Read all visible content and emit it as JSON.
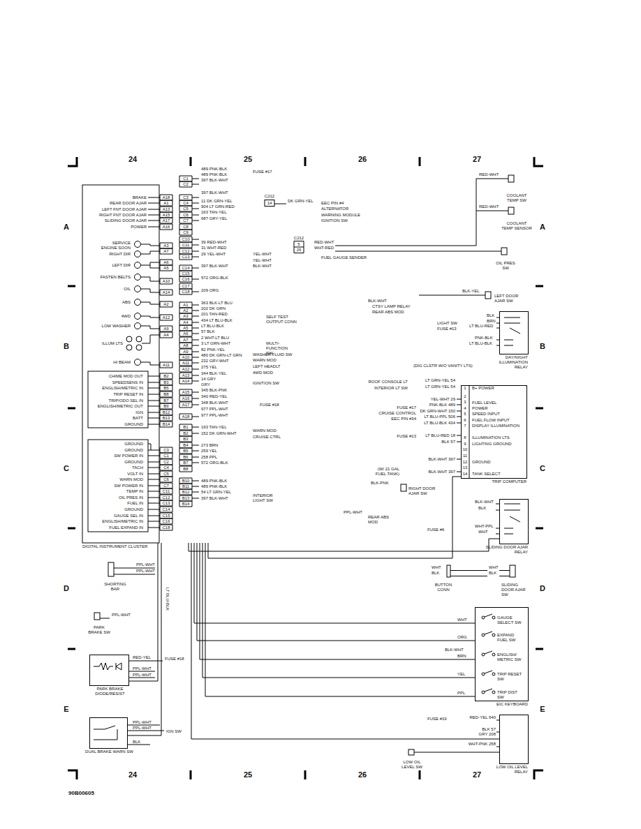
{
  "diagram": {
    "nodes": [
      {
        "text": [
          "DIGITAL INSTRUMENT CLUSTER"
        ]
      },
      {
        "text": [
          "DAY/NIGHT ILLUMINATION RELAY"
        ]
      },
      {
        "text": [
          "TRIP COMPUTER"
        ]
      },
      {
        "text": [
          "SLIDING DOOR AJAR RELAY"
        ]
      },
      {
        "text": [
          "EIC KEYBOARD"
        ]
      },
      {
        "text": [
          "PARK BRAKE DIODE/RESIST"
        ]
      },
      {
        "text": [
          "DUAL BRAKE WARN SW"
        ]
      },
      {
        "text": [
          "LOW OIL LEVEL RELAY"
        ]
      }
    ],
    "edges": [
      {
        "from": 0,
        "to": 2,
        "arrow": "none"
      },
      {
        "from": 0,
        "to": 3,
        "arrow": "none"
      },
      {
        "from": 0,
        "to": 4,
        "arrow": "none"
      },
      {
        "from": 0,
        "to": 4,
        "arrow": "none"
      },
      {
        "from": 0,
        "to": 4,
        "arrow": "none"
      },
      {
        "from": 0,
        "to": 4,
        "arrow": "none"
      },
      {
        "from": 0,
        "to": 4,
        "arrow": "none"
      },
      {
        "from": 0,
        "to": 5,
        "arrow": "none"
      },
      {
        "from": 0,
        "to": 6,
        "arrow": "none"
      },
      {
        "from": 0,
        "to": 7,
        "arrow": "none"
      }
    ],
    "labels": [
      "24",
      "25",
      "26",
      "27",
      "24",
      "25",
      "26",
      "27",
      "A",
      "A",
      "B",
      "B",
      "C",
      "C",
      "D",
      "D",
      "E",
      "E",
      "90B00605",
      "BRAKE",
      "REAR DOOR AJAR",
      "LEFT FNT DOOR AJAR",
      "RIGHT FNT DOOR AJAR",
      "SLIDING DOOR AJAR",
      "POWER",
      "SERVICE ENGINE SOON",
      "RIGHT DIR",
      "LEFT DIR",
      "FASTEN BELTS",
      "OIL",
      "ABS",
      "4WD",
      "LOW WASHER",
      "ILLUM LTS",
      "HI BEAM",
      "CHIME MOD OUT",
      "SPEEDSENS IN",
      "ENGLISH/METRIC IN",
      "TRIP RESET IN",
      "TRIP/ODO SEL IN",
      "ENGLISH/METRIC OUT",
      "IGN",
      "BATT",
      "GROUND",
      "GROUND",
      "GROUND",
      "SW POWER IN",
      "GROUND",
      "TACH",
      "VOLT IN",
      "WARN MOD",
      "SW POWER IN",
      "TEMP IN",
      "OIL PRES IN",
      "FUEL IN",
      "GROUND",
      "GAUGE SEL IN",
      "ENGLISH/METRIC IN",
      "FUEL EXPAND IN",
      "A18",
      "A1",
      "A13",
      "A15",
      "A17",
      "A16",
      "A3",
      "A7",
      "A6",
      "A5",
      "A10",
      "A14",
      "A2",
      "A12",
      "A9",
      "A4",
      "A11",
      "B2",
      "B3",
      "B5",
      "B8",
      "B7",
      "B9",
      "B12",
      "B13",
      "B14",
      "C3",
      "C1",
      "C2",
      "C4",
      "C5",
      "C6",
      "C7",
      "C11",
      "C12",
      "C13",
      "C14",
      "C15",
      "C16",
      "C18",
      "C1",
      "C2",
      "C3",
      "C4",
      "C5",
      "C6",
      "C7",
      "C8",
      "C9",
      "C10",
      "C11",
      "C12",
      "C13",
      "C14",
      "C15",
      "C16",
      "C17",
      "C18",
      "A1",
      "A2",
      "A3",
      "A4",
      "A5",
      "A6",
      "A7",
      "A8",
      "A9",
      "A10",
      "A11",
      "A12",
      "A13",
      "A14",
      "A15",
      "A16",
      "A17",
      "A18",
      "B1",
      "B2",
      "B3",
      "B4",
      "B5",
      "B6",
      "B7",
      "B8",
      "B10",
      "B11",
      "B12",
      "B13",
      "B14",
      "489 PNK-BLK",
      "489 PNK-BLK",
      "397 BLK-WHT",
      "397 BLK-WHT",
      "11 DK GRN-YEL",
      "904 LT GRN-RED",
      "163 TAN-YEL",
      "687 GRY-YEL",
      "39 RED-WHT",
      "31 WHT-RED",
      "29 YEL-WHT",
      "397 BLK-WHT",
      "572 ORG-BLK",
      "209 ORG",
      "363 BLK-LT BLU",
      "202 DK GRN",
      "201 TAN-RED",
      "434 LT BLU-BLK",
      "LT BLU-BLK",
      "57 BLK",
      "2 WHT-LT BLU",
      "3 LT GRN-WHT",
      "82 PNK-YEL",
      "480 DK GRN-LT GRN",
      "232 GRY-WHT",
      "275 YEL",
      "344 BLK-YEL",
      "14 GRY",
      "GRY",
      "345 BLK-PNK",
      "340 RED-YEL",
      "348 BLK-WHT",
      "977 PPL-WHT",
      "977 PPL-WHT",
      "193 TAN-YEL",
      "152 DK GRN-WHT",
      "273 BRN",
      "259 YEL",
      "258 PPL",
      "572 ORG-BLK",
      "489 PNK-BLK",
      "489 PNK-BLK",
      "54 LT GRN-YEL",
      "397 BLK-WHT",
      "FUSE #17",
      "C212",
      "14",
      "DK GRN-YEL",
      "EEC PIN #4",
      "ALTERNATOR",
      "WARNING MODULE",
      "IGNITION SW",
      "C212",
      "5",
      "26",
      "RED-WHT",
      "WHT-RED",
      "YEL-WHT",
      "YEL-WHT",
      "BLK-WHT",
      "FUEL GAUGE SENDER",
      "RED-WHT",
      "COOLANT TEMP SW",
      "RED-WHT",
      "COOLANT TEMP SENSOR",
      "OIL PRES SW",
      "BLK-YEL",
      "LEFT DOOR AJAR SW",
      "BLK-WHT",
      "CTSY LAMP RELAY",
      "REAR ABS MOD",
      "SELF TEST OUTPUT CONN",
      "MULTI-FUNCTION SW",
      "WASHER FLUID SW",
      "WARN MOD",
      "LEFT HEADLT",
      "4WD MOD",
      "IGNITION SW",
      "FUSE #18",
      "WARN MOD",
      "CRUISE CTRL",
      "INTERIOR LIGHT SW",
      "BLK-PNK",
      "RIGHT DOOR AJAR SW",
      "PPL-WHT",
      "REAR ABS MOD",
      "BLK",
      "BRN",
      "LIGHT SW",
      "FUSE #13",
      "LT BLU-RED",
      "PNK-BLK",
      "LT BLU-BLK",
      "1",
      "2",
      "3",
      "4",
      "5",
      "6",
      "7",
      "8",
      "9",
      "10",
      "11",
      "12",
      "13",
      "14",
      "B+ POWER",
      "FUEL LEVEL",
      "POWER",
      "SPEED INPUT",
      "FUEL FLOW INPUT",
      "DISPLAY ILLUMINATION",
      "ILLUMINATION LTS",
      "LIGHTING GROUND",
      "GROUND",
      "TANK SELECT",
      "(DIG CLSTR W/O VANITY LTS)",
      "ROOF CONSOLE LT",
      "INTERIOR LT SW",
      "LT GRN-YEL 54",
      "LT GRN-YEL 54",
      "YEL-WHT 29",
      "PNK-BLK 489",
      "FUSE #17",
      "CRUISE CONTROL",
      "EEC PIN #34",
      "DK GRN-WHT 150",
      "LT BLU-PPL 506",
      "LT BLU-BLK 434",
      "FUSE #13",
      "LT BLU-RED 18",
      "BLK 57",
      "BLK-WHT 397",
      "(W/ 21 GAL FUEL TANK)",
      "BLK-WHT 397",
      "BLK-WHT",
      "BLK",
      "FUSE #6",
      "WHT-PPL",
      "WHT",
      "WHT",
      "BLK",
      "BUTTON CONN",
      "WHT",
      "BLK",
      "SLIDING DOOR AJAR SW",
      "PPL-WHT",
      "PPL-WHT",
      "SHORTING BAR",
      "LT BLU-BLK",
      "PPL-WHT",
      "PARK BRAKE SW",
      "RED-YEL",
      "FUSE #18",
      "PPL-WHT",
      "PPL-WHT",
      "PPL-WHT",
      "PPL-WHT",
      "IGN SW",
      "BLK",
      "GAUGE SELECT SW",
      "EXPAND FUEL SW",
      "ENGLISH/ METRIC SW",
      "TRIP RESET SW",
      "TRIP DIST SW",
      "WHT",
      "ORG",
      "BLK-WHT",
      "BRN",
      "YEL",
      "PPL",
      "FUSE #19",
      "RED-YEL 640",
      "BLK 57",
      "GRY 208",
      "WHT-PNK 258",
      "LOW OIL LEVEL SW"
    ]
  }
}
